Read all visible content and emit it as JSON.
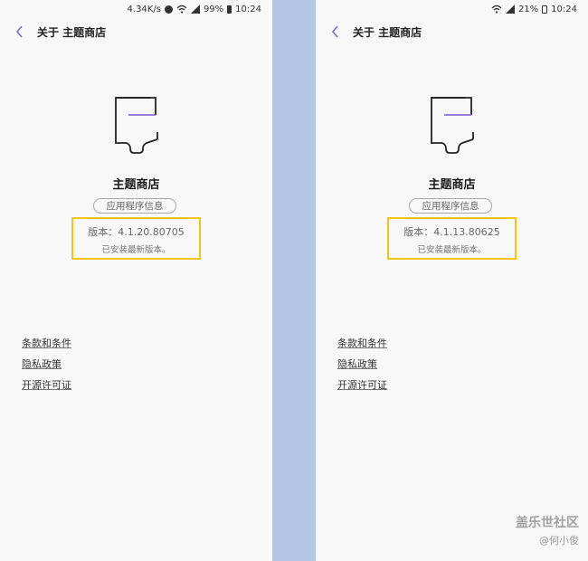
{
  "colors": {
    "background": "#f8f8f9",
    "separator": "#b4c7e5",
    "highlight_box": "#f3c315",
    "accent_purple": "#8a6fd6"
  },
  "left": {
    "status_bar": {
      "speed": "4.34K/s",
      "battery": "99%",
      "time": "10:24"
    },
    "header": {
      "title": "关于 主题商店"
    },
    "app_name": "主题商店",
    "app_info_button": "应用程序信息",
    "version": "版本：4.1.20.80705",
    "install_status": "已安装最新版本。",
    "links": [
      "条款和条件",
      "隐私政策",
      "开源许可证"
    ]
  },
  "right": {
    "status_bar": {
      "battery": "21%",
      "time": "10:24"
    },
    "header": {
      "title": "关于 主题商店"
    },
    "app_name": "主题商店",
    "app_info_button": "应用程序信息",
    "version": "版本：4.1.13.80625",
    "install_status": "已安装最新版本。",
    "links": [
      "条款和条件",
      "隐私政策",
      "开源许可证"
    ]
  },
  "watermark": {
    "line1": "盖乐世社区",
    "line2": "@何小俊"
  },
  "icons": {
    "back": "chevron-left-icon",
    "app": "paintbrush-icon",
    "wifi": "wifi-icon",
    "signal": "signal-icon",
    "battery": "battery-icon",
    "alarm": "alarm-icon"
  }
}
